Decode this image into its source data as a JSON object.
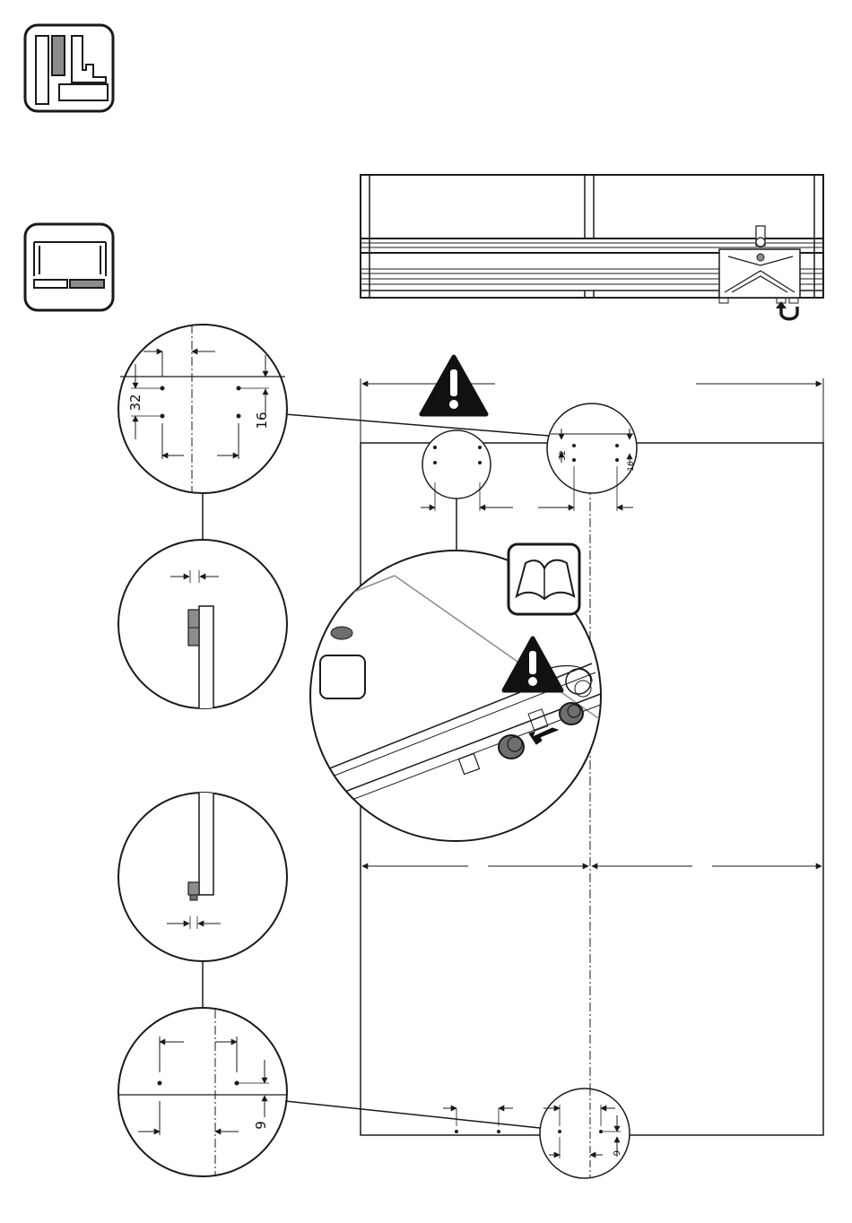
{
  "icons": {
    "rail_profile": "rail-profile-icon",
    "cabinet_front": "cabinet-front-icon",
    "manual": "open-book-icon",
    "warning": "warning-triangle-icon",
    "rotate": "rotate-arrow-icon"
  },
  "dimensions": {
    "top_hole_spacing": "32",
    "top_edge_offset": "16",
    "bottom_edge_offset": "9"
  },
  "colors": {
    "line": "#1a1a1a",
    "panel_gray": "#8c8c8c",
    "plug_gray": "#6e6e6e",
    "warning_black": "#111111"
  }
}
